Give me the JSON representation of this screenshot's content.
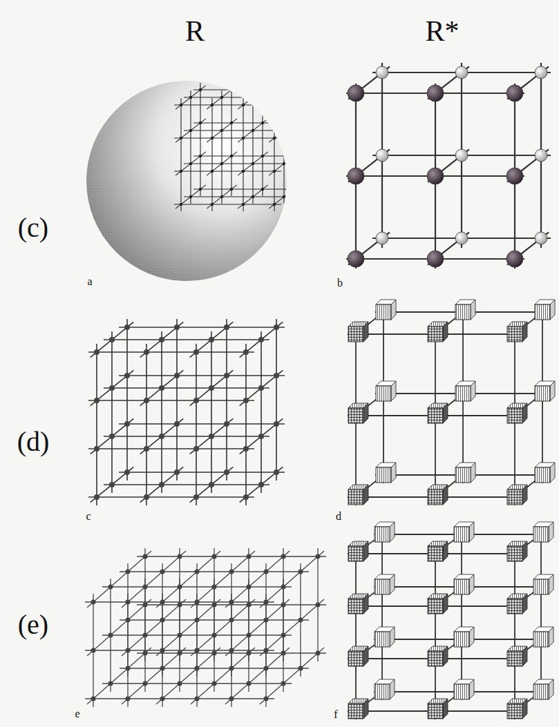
{
  "diagram": {
    "labels": [
      "R",
      "R*",
      "(c)",
      "(d)",
      "(e)",
      "a",
      "b",
      "c",
      "d",
      "e",
      "f"
    ]
  }
}
